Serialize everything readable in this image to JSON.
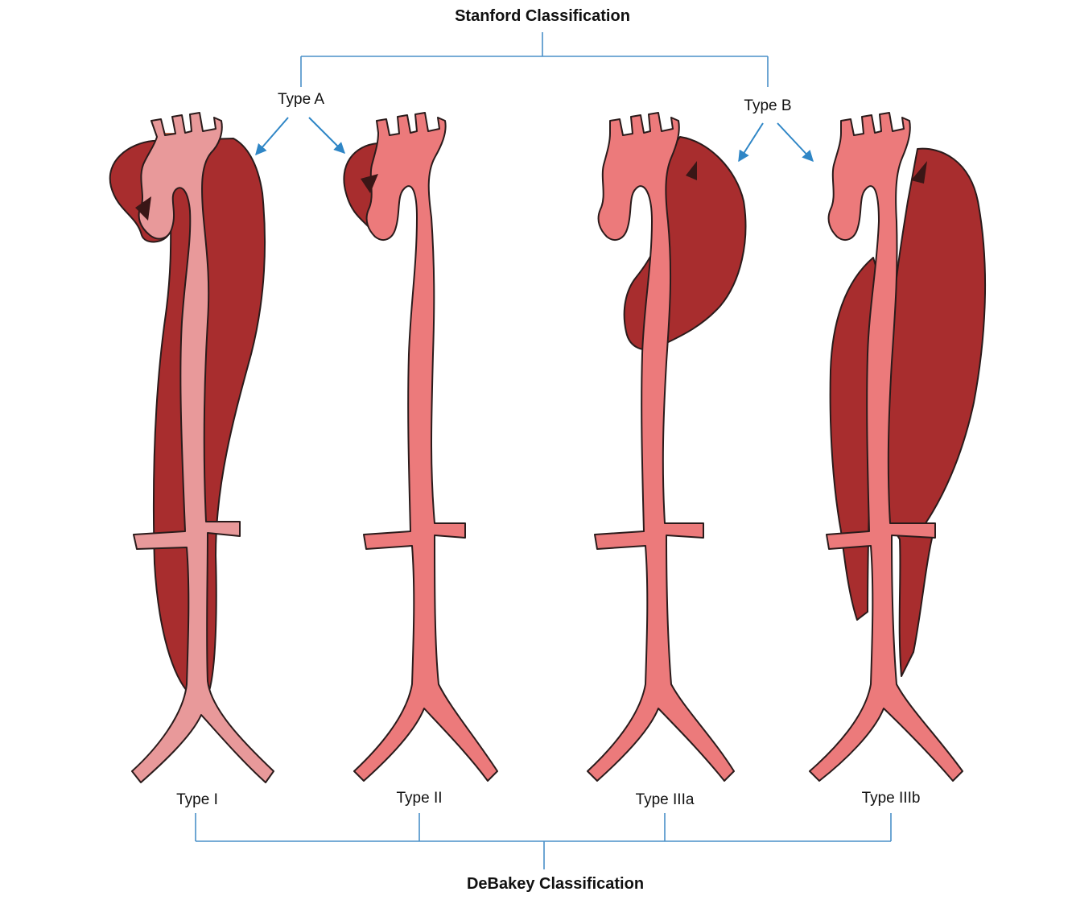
{
  "stanford": {
    "title": "Stanford Classification",
    "type_a": "Type A",
    "type_b": "Type B"
  },
  "debakey": {
    "title": "DeBakey Classification",
    "types": [
      "Type I",
      "Type II",
      "Type IIIa",
      "Type IIIb"
    ]
  },
  "colors": {
    "connector": "#4a90c8",
    "arrow": "#2f86c6",
    "vessel_wall": "#c9704f",
    "lumen_type1": "#e8999a",
    "lumen": "#ec7a7b",
    "false_lumen": "#a82d2e",
    "entry_tear": "#3a1616",
    "outline": "#2a1b1b"
  }
}
